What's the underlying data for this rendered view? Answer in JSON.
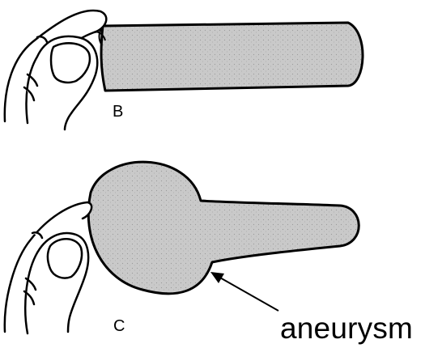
{
  "panels": [
    {
      "label": "B"
    },
    {
      "label": "C"
    }
  ],
  "annotation": {
    "text": "aneurysm"
  },
  "colors": {
    "balloon_fill": "#c9c9c9",
    "outline": "#000000",
    "background": "#ffffff"
  }
}
